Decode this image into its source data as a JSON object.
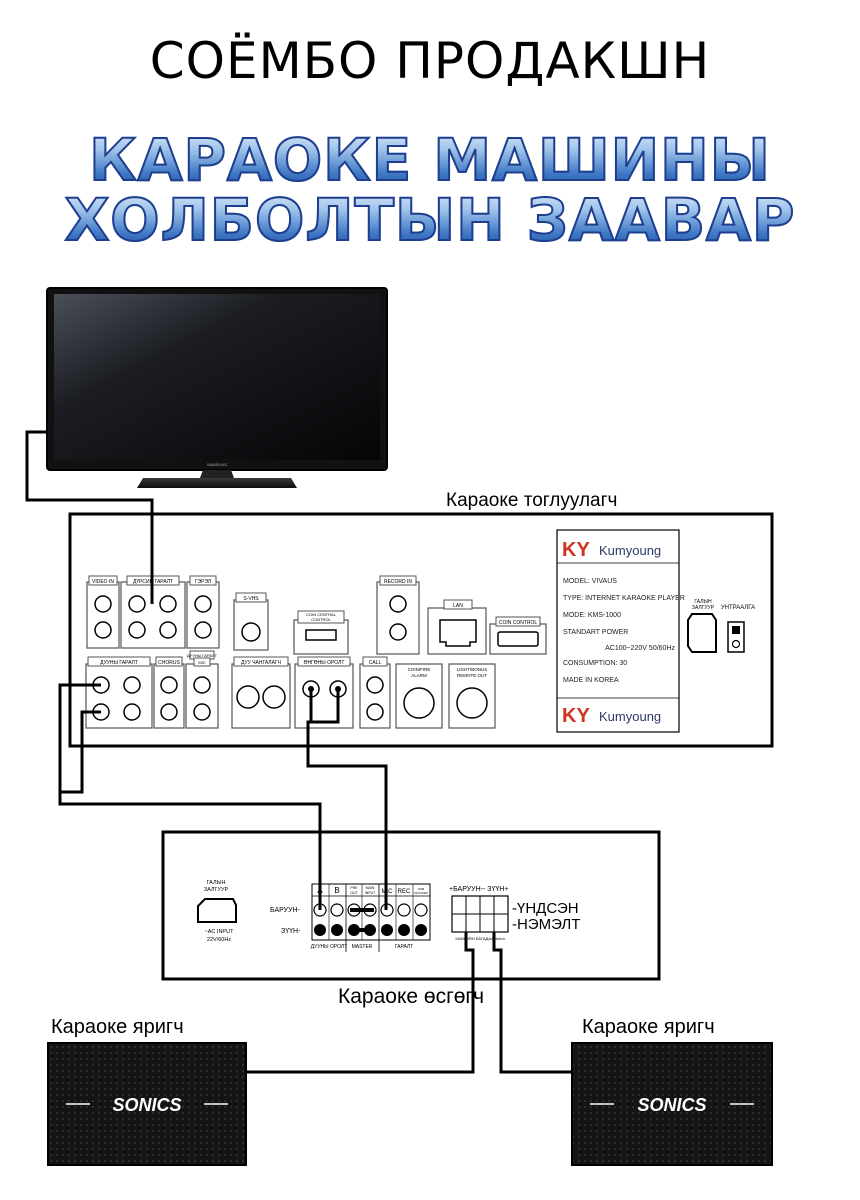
{
  "header": {
    "brand": "СОЁМБО ПРОДАКШН",
    "title_line1": "КАРАОКЕ МАШИНЫ",
    "title_line2": "ХОЛБОЛТЫН ЗААВАР"
  },
  "tv": {
    "brand_text": "SAMSUNG"
  },
  "player": {
    "label": "Караоке тоглуулагч",
    "ports": {
      "video_in": "VIDEO IN",
      "durs_garalt": "ДҮРСИЙ ГАРАЛТ",
      "gerel": "ГЭРЭЛ",
      "svhs": "S-VHS",
      "coin_central": "COIN CENTRAL CONTROL",
      "record_in": "RECORD IN",
      "lan": "LAN",
      "coin_control": "COIN CONTROL",
      "duun_garalt": "ДУУНЫ ГАРАЛТ",
      "chorus": "CHORUS",
      "duun_garalt_small": "ДУУНЫ ГАРАЛТ",
      "mic": "MIC",
      "duu_changalagch": "ДУУ ЧАНГАЛАГЧ",
      "ongoony_orolt": "ӨНГӨНЫ ОРОЛТ",
      "call": "CALL",
      "coin_fire_alarm": "COIN/FIRE ALARM",
      "light_bonus": "LIGHT/BONUS REMOTE OUT"
    },
    "info_logo": {
      "ky": "KY",
      "name": "Kumyoung"
    },
    "info_lines": [
      "MODEL: VIVAUS",
      "TYPE: INTERNET KARAOKE PLAYER",
      "MODE: KMS-1000",
      "STANDART POWER",
      "AC100~220V 50/60Hz",
      "CONSUMPTION: 30",
      "MADE IN KOREA"
    ],
    "power_socket": "ГАЛЫН ЗАЛГУУР",
    "power_switch": "УНТРААЛГА"
  },
  "amp": {
    "label": "Караоке өсгөгч",
    "power_socket": "ГАЛЫН ЗАЛГУУР",
    "ac_input_1": "~AC INPUT",
    "ac_input_2": "22V/60Hz",
    "row_right": "БАРУУН-",
    "row_left": "ЗҮҮН-",
    "col_a": "A",
    "col_b": "B",
    "col_pre": "PRE OUT",
    "col_main": "MAIN INPUT",
    "col_mic": "MIC",
    "col_rec": "REC",
    "col_sub": "SUB WOOFER",
    "group_duun": "ДУУНЫ ОРОЛТ",
    "group_master": "MASTER",
    "group_garalt": "ГАРАЛТ",
    "speaker_header": "+БАРУУН-- ЗҮҮН+",
    "main_out": "-ҮНДСЭН",
    "extra_out": "-НЭМЭЛТ",
    "impedance_note": "ХАМГИЙН БАГАДАА 4ohm"
  },
  "speakers": {
    "left_label": "Караоке яригч",
    "right_label": "Караоке яригч",
    "brand": "SONICS"
  }
}
